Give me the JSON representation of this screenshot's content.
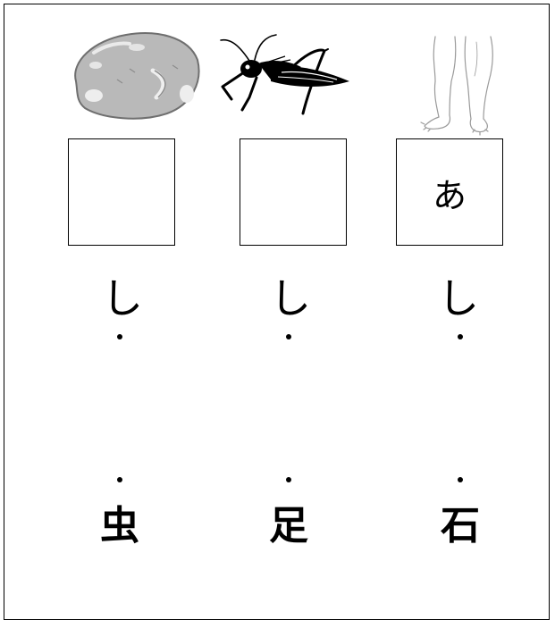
{
  "columns": [
    {
      "picture": "stone-icon",
      "answer": "",
      "reading": "し",
      "match": "虫"
    },
    {
      "picture": "cricket-icon",
      "answer": "",
      "reading": "し",
      "match": "足"
    },
    {
      "picture": "legs-icon",
      "answer": "あ",
      "reading": "し",
      "match": "石"
    }
  ]
}
